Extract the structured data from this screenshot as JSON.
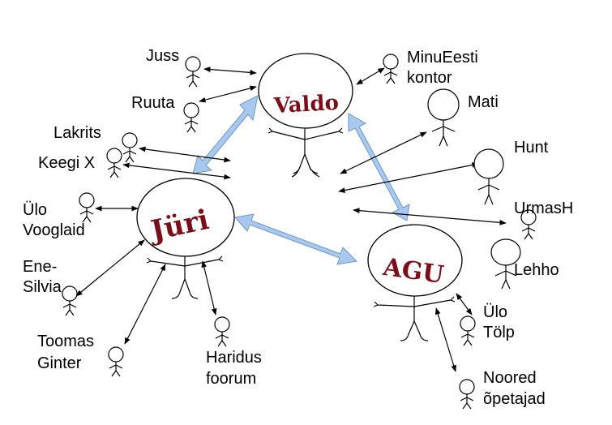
{
  "main_people": {
    "valdo": "Valdo",
    "juri": "Jüri",
    "agu": "AGU"
  },
  "people": {
    "juss": "Juss",
    "ruuta": "Ruuta",
    "minueesti_1": "MinuEesti",
    "minueesti_2": "kontor",
    "mati": "Mati",
    "lakrits": "Lakrits",
    "keegi": "Keegi X",
    "hunt": "Hunt",
    "ulo_v_1": "Ülo",
    "ulo_v_2": "Vooglaid",
    "urmas": "UrmasH",
    "ene_1": "Ene-",
    "ene_2": "Silvia",
    "lehho": "Lehho",
    "ulo_t_1": "Ülo",
    "ulo_t_2": "Tölp",
    "toomas_1": "Toomas",
    "toomas_2": "Ginter",
    "haridus_1": "Haridus",
    "haridus_2": "foorum",
    "noored_1": "Noored",
    "noored_2": "õpetajad"
  },
  "colors": {
    "main_name": "#7a0f1a",
    "link_arrow_fill": "#a8c8ee",
    "link_arrow_stroke": "#6e98c8"
  }
}
